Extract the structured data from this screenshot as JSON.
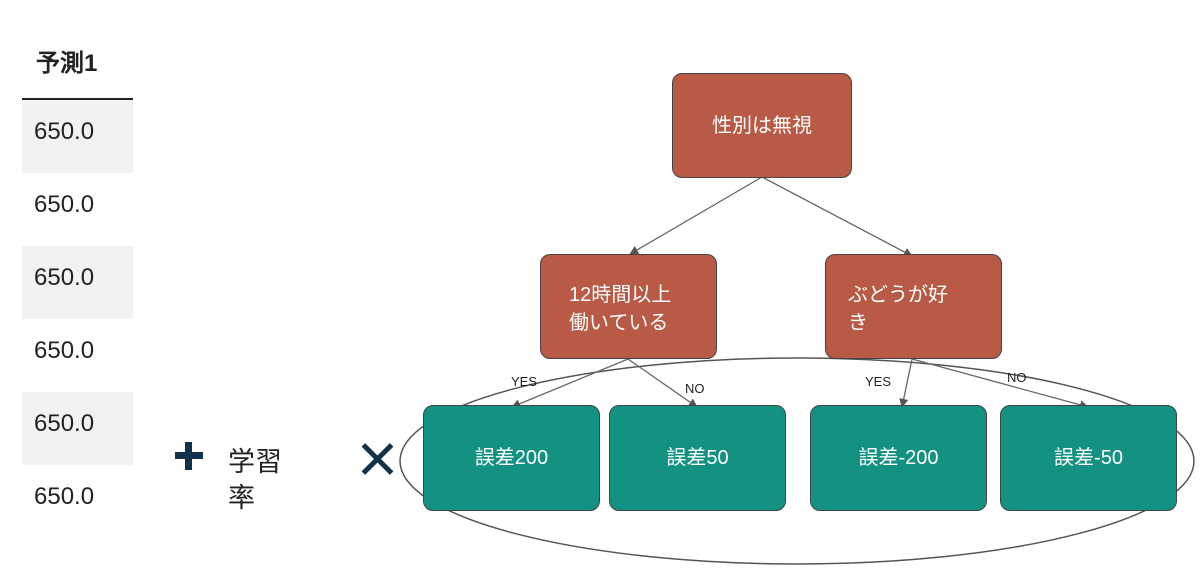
{
  "table": {
    "header": "予測1",
    "values": [
      "650.0",
      "650.0",
      "650.0",
      "650.0",
      "650.0",
      "650.0"
    ]
  },
  "formula": {
    "plus": "+",
    "learning_rate": "学習率",
    "times": "×"
  },
  "tree": {
    "root": "性別は無視",
    "left_split_line1": "12時間以上",
    "left_split_line2": "働いている",
    "right_split_line1": "ぶどうが好",
    "right_split_line2": "き",
    "leaf1": "誤差200",
    "leaf2": "誤差50",
    "leaf3": "誤差-200",
    "leaf4": "誤差-50",
    "yes_label": "YES",
    "no_label": "NO"
  },
  "colors": {
    "split_node": "#b85a45",
    "leaf_node": "#139181",
    "operator": "#12314a"
  }
}
